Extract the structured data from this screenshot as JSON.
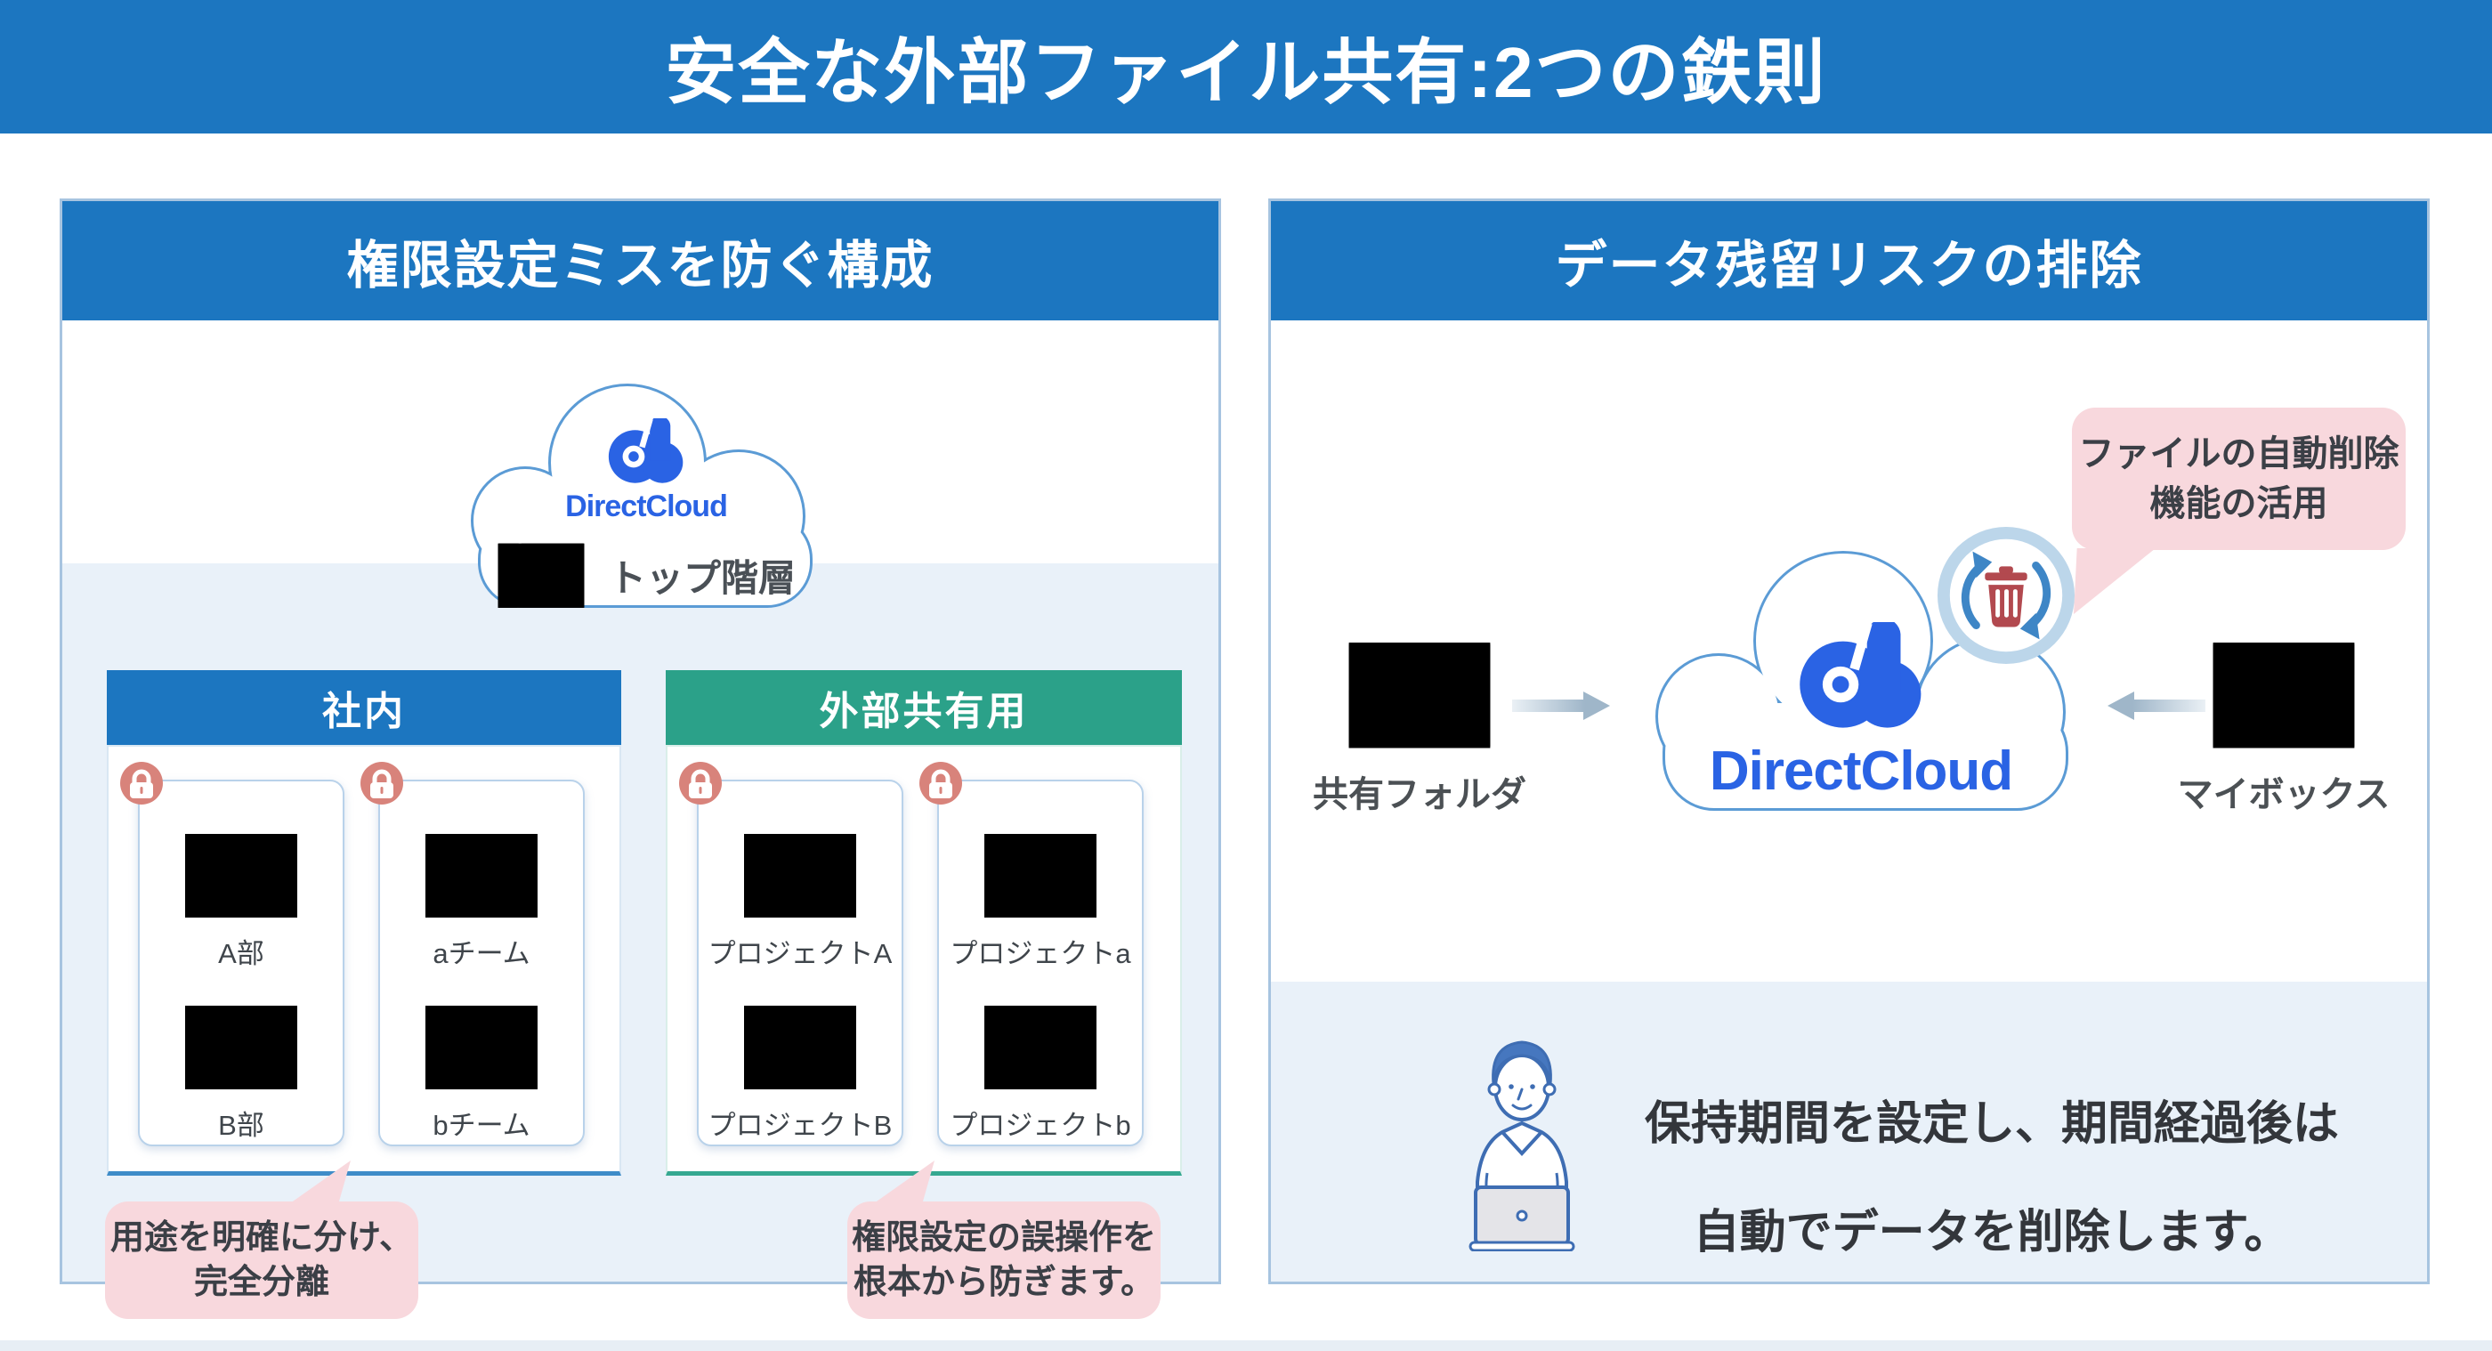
{
  "title": "安全な外部ファイル共有:2つの鉄則",
  "colors": {
    "primary_blue": "#1C76C0",
    "green_accent": "#2BA189",
    "light_blue_bg": "#E9F1F9",
    "pink_callout": "#F8D8DD",
    "brand_blue": "#2A63E4",
    "folder_yellow": "#FBB40C",
    "folder_blue": "#6C9BD2",
    "lock_salmon": "#D8837B",
    "trash_red": "#B2494F"
  },
  "left_panel": {
    "header": "権限設定ミスを防ぐ構成",
    "cloud": {
      "brand": "DirectCloud",
      "folder_label": "トップ階層"
    },
    "groups": [
      {
        "header": "社内",
        "cards": [
          {
            "folders": [
              {
                "label": "A部"
              },
              {
                "label": "B部"
              }
            ]
          },
          {
            "folders": [
              {
                "label": "aチーム"
              },
              {
                "label": "bチーム"
              }
            ]
          }
        ]
      },
      {
        "header": "外部共有用",
        "cards": [
          {
            "folders": [
              {
                "label": "プロジェクトA"
              },
              {
                "label": "プロジェクトB"
              }
            ]
          },
          {
            "folders": [
              {
                "label": "プロジェクトa"
              },
              {
                "label": "プロジェクトb"
              }
            ]
          }
        ]
      }
    ],
    "callouts": [
      {
        "line1": "用途を明確に分け、",
        "line2": "完全分離"
      },
      {
        "line1": "権限設定の誤操作を",
        "line2": "根本から防ぎます。"
      }
    ]
  },
  "right_panel": {
    "header": "データ残留リスクの排除",
    "callout": {
      "line1": "ファイルの自動削除",
      "line2": "機能の活用"
    },
    "cloud": {
      "brand": "DirectCloud"
    },
    "left_folder_label": "共有フォルダ",
    "right_folder_label": "マイボックス",
    "caption_line1": "保持期間を設定し、期間経過後は",
    "caption_line2": "自動でデータを削除します。"
  }
}
